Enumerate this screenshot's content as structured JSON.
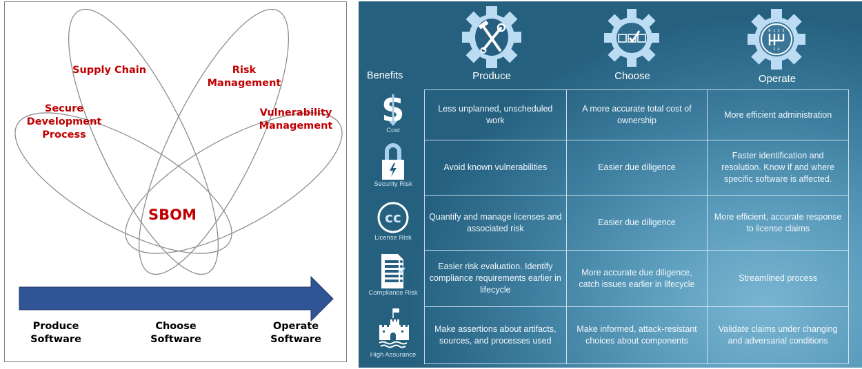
{
  "left_diagram": {
    "ellipse_labels": {
      "supply_chain": "Supply Chain",
      "risk_management": [
        "Risk",
        "Management"
      ],
      "secure_development": [
        "Secure",
        "Development",
        "Process"
      ],
      "vulnerability_management": [
        "Vulnerability",
        "Management"
      ]
    },
    "center_label": "SBOM",
    "stages": [
      [
        "Produce",
        "Software"
      ],
      [
        "Choose",
        "Software"
      ],
      [
        "Operate",
        "Software"
      ]
    ],
    "colors": {
      "label_red": "#C00000",
      "arrow_blue": "#2F5597",
      "ellipse_stroke": "#8c8c8c"
    }
  },
  "right_table": {
    "benefits_header": "Benefits",
    "columns": [
      {
        "label": "Produce",
        "icon": "gear-tools-icon"
      },
      {
        "label": "Choose",
        "icon": "gear-checkbox-icon"
      },
      {
        "label": "Operate",
        "icon": "gear-gearshift-icon"
      }
    ],
    "rows": [
      {
        "label": "Cost",
        "icon": "dollar-down-icon",
        "cells": [
          "Less unplanned, unscheduled work",
          "A more accurate total cost of ownership",
          "More efficient administration"
        ]
      },
      {
        "label": "Security Risk",
        "icon": "padlock-lightning-icon",
        "cells": [
          "Avoid known vulnerabilities",
          "Easier due diligence",
          "Faster identification and resolution. Know if and where specific software is affected."
        ]
      },
      {
        "label": "License Risk",
        "icon": "creative-commons-icon",
        "cells": [
          "Quantify and manage licenses and associated risk",
          "Easier due diligence",
          "More efficient, accurate response to license claims"
        ]
      },
      {
        "label": "Compliance Risk",
        "icon": "checklist-icon",
        "cells": [
          "Easier risk evaluation. Identify compliance requirements earlier in lifecycle",
          "More accurate due diligence, catch issues earlier in lifecycle",
          "Streamlined process"
        ]
      },
      {
        "label": "High Assurance",
        "icon": "castle-icon",
        "cells": [
          "Make assertions about artifacts, sources, and processes used",
          "Make informed, attack-resistant choices about components",
          "Validate claims under changing and adversarial conditions"
        ]
      }
    ],
    "gearshift_digits": [
      "R",
      "1",
      "3",
      "5",
      "2",
      "4"
    ],
    "colors": {
      "gear": "#bcdcf4",
      "bg_dark": "#25607f",
      "bg_light": "#79b5d2"
    }
  }
}
